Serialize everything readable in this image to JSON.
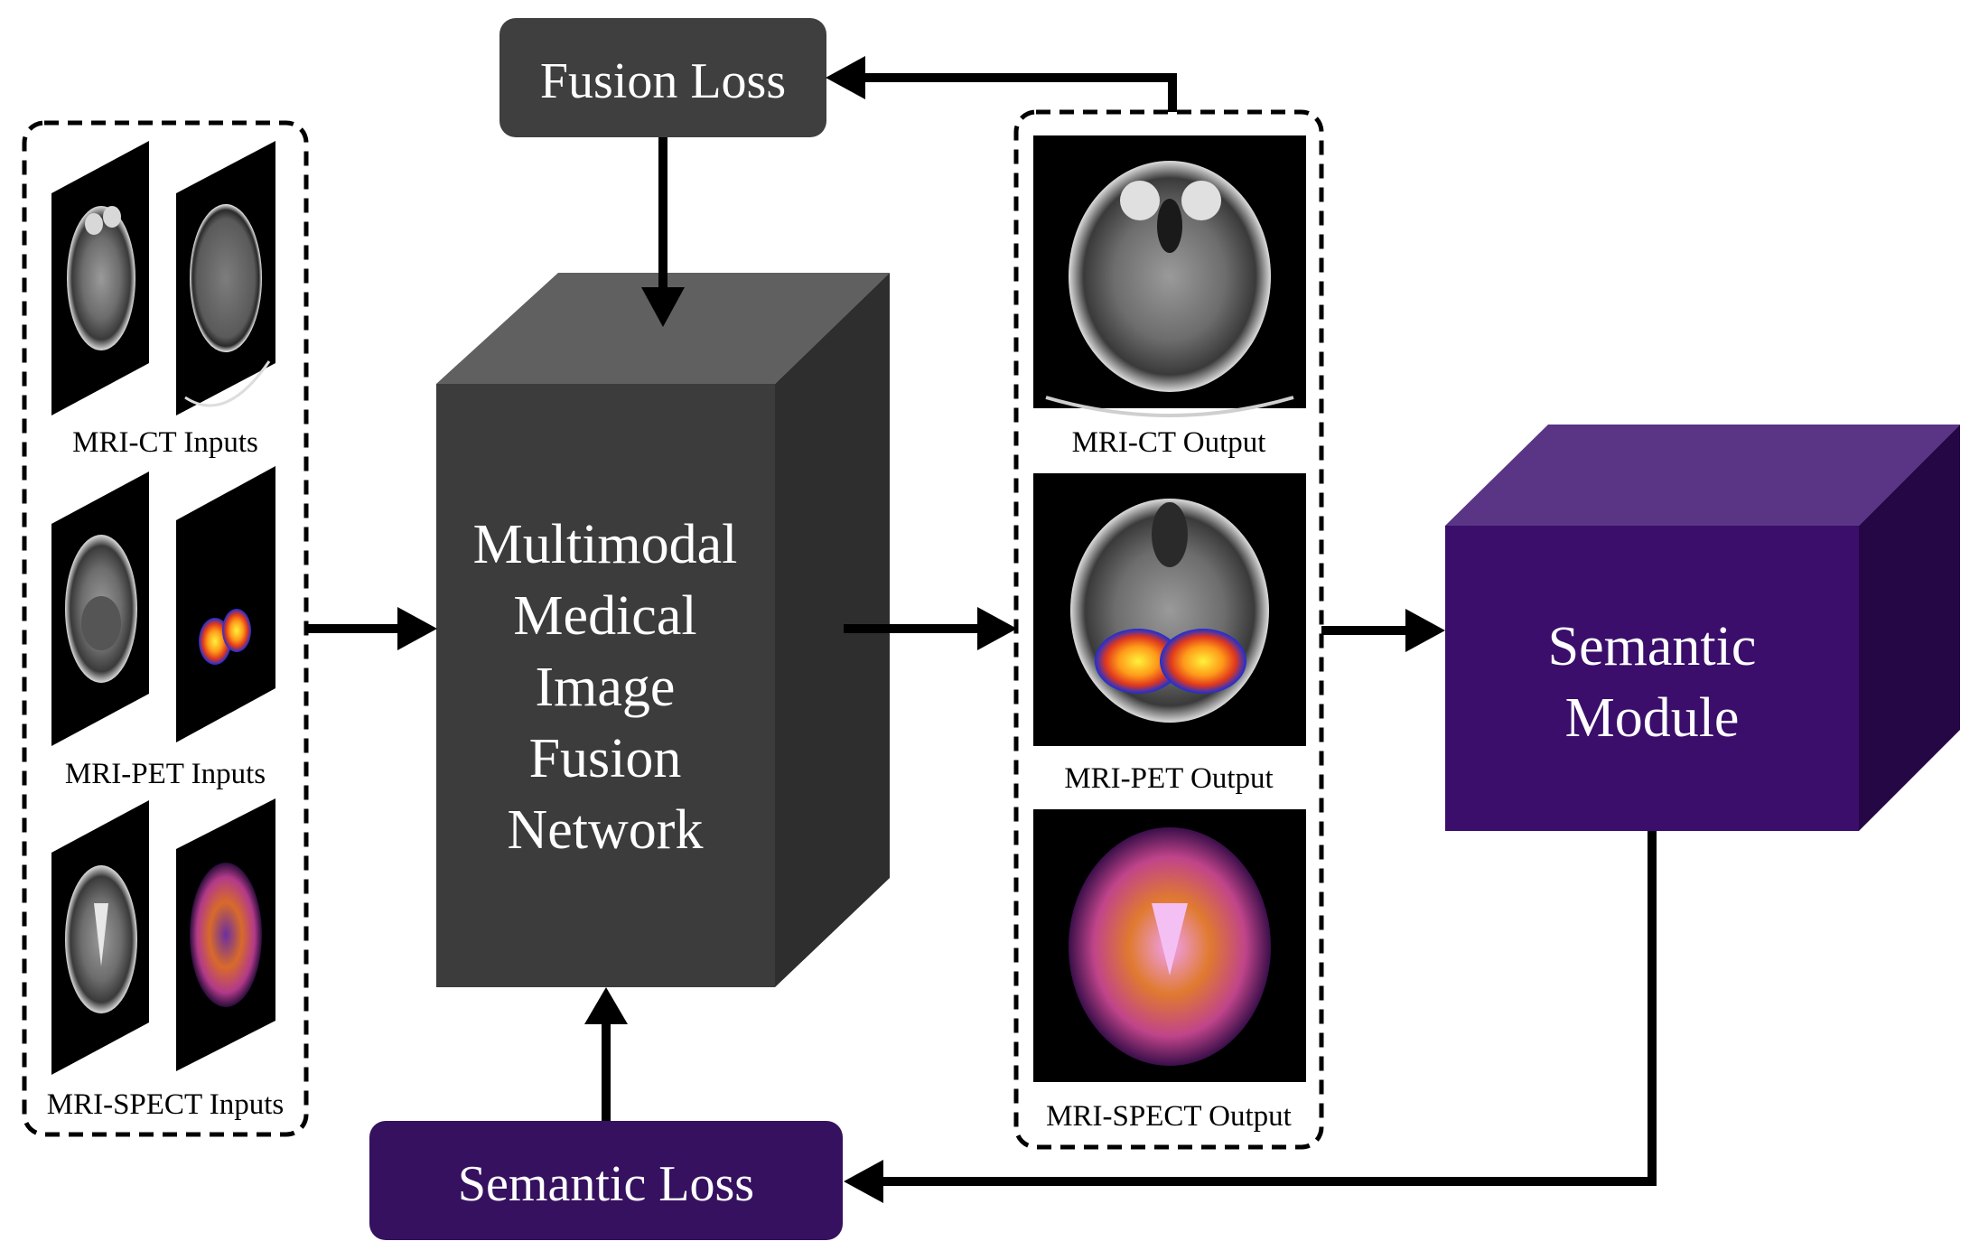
{
  "fusion_loss": {
    "label": "Fusion Loss",
    "color": "#3f3f3f"
  },
  "semantic_loss": {
    "label": "Semantic Loss",
    "color": "#36115f"
  },
  "fusion_network": {
    "lines": [
      "Multimodal",
      "Medical",
      "Image",
      "Fusion",
      "Network"
    ],
    "front_color": "#3c3c3c",
    "top_color": "#606060",
    "side_color": "#2e2e2e"
  },
  "semantic_module": {
    "lines": [
      "Semantic",
      "Module"
    ],
    "front_color": "#3a0e6a",
    "top_color": "#5a3586",
    "side_color": "#250746"
  },
  "inputs": {
    "mri_ct_label": "MRI-CT Inputs",
    "mri_pet_label": "MRI-PET Inputs",
    "mri_spect_label": "MRI-SPECT Inputs"
  },
  "outputs": {
    "mri_ct_label": "MRI-CT Output",
    "mri_pet_label": "MRI-PET Output",
    "mri_spect_label": "MRI-SPECT Output"
  }
}
